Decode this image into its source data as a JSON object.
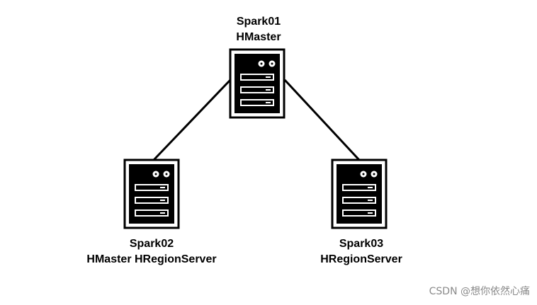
{
  "nodes": [
    {
      "id": "spark01",
      "name": "Spark01",
      "role": "HMaster"
    },
    {
      "id": "spark02",
      "name": "Spark02",
      "role": "HMaster HRegionServer"
    },
    {
      "id": "spark03",
      "name": "Spark03",
      "role": "HRegionServer"
    }
  ],
  "edges": [
    {
      "from": "spark01",
      "to": "spark02"
    },
    {
      "from": "spark01",
      "to": "spark03"
    }
  ],
  "watermark": "CSDN @想你依然心痛",
  "colors": {
    "line": "#000000",
    "background": "#ffffff",
    "watermark": "#8a8a8a"
  },
  "icons": {
    "server": "server-icon"
  }
}
